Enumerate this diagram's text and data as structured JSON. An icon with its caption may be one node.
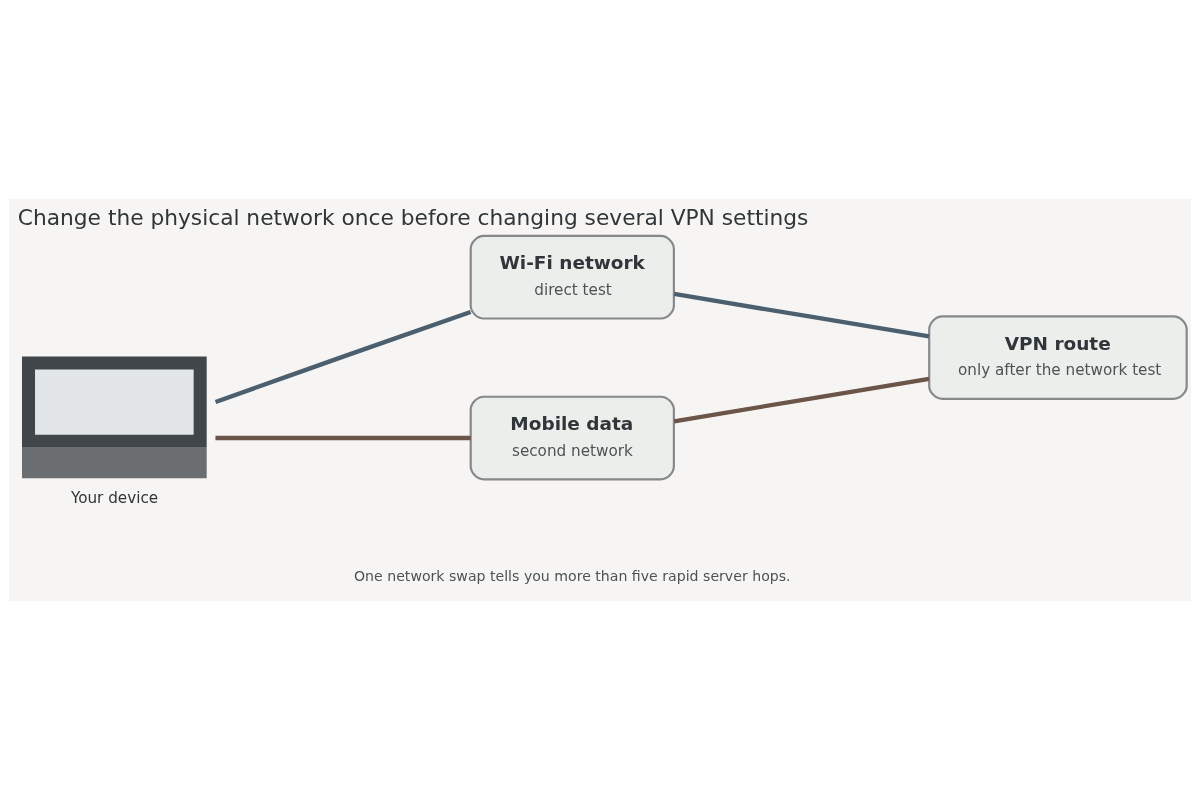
{
  "diagram": {
    "title": "Change the physical network once before changing several VPN settings",
    "caption": "One network swap tells you more than five rapid server hops.",
    "nodes": [
      {
        "text": [],
        "shape": "laptop",
        "beside": [
          "Your device"
        ]
      },
      {
        "text": [
          "Wi-Fi network",
          "direct test"
        ]
      },
      {
        "text": [
          "Mobile data",
          "second network"
        ]
      },
      {
        "text": [
          "VPN route",
          "only after the network test"
        ]
      }
    ],
    "edges": [
      {
        "from": 0,
        "to": 1,
        "arrow": "none",
        "color": "#4b5f6e"
      },
      {
        "from": 0,
        "to": 2,
        "arrow": "none",
        "color": "#6b5448"
      },
      {
        "from": 1,
        "to": 3,
        "arrow": "none",
        "color": "#4b5f6e"
      },
      {
        "from": 2,
        "to": 3,
        "arrow": "none",
        "color": "#6b5448"
      }
    ]
  }
}
